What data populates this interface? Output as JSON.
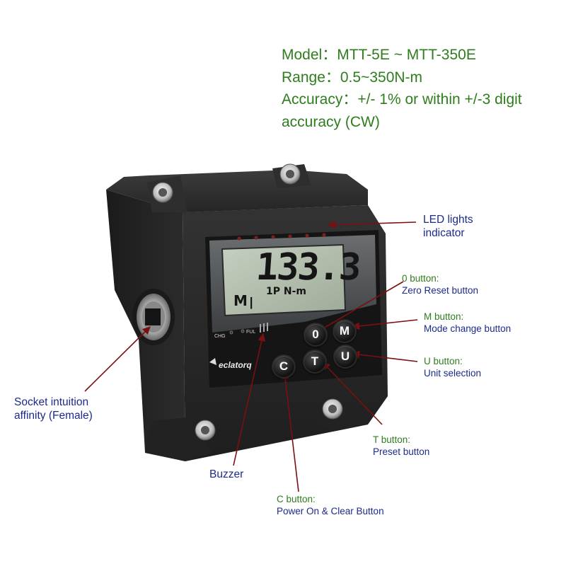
{
  "specs": {
    "model": "Model：MTT-5E ~ MTT-350E",
    "range": "Range：0.5~350N-m",
    "accuracy_line1": "Accuracy：+/- 1% or within +/-3 digit",
    "accuracy_line2": "accuracy (CW)"
  },
  "display": {
    "reading": "133.3",
    "mode": "M",
    "unit": "1P N-m"
  },
  "device": {
    "brand": "eclatorq",
    "chg_label": "CHG",
    "ful_label": "FUL",
    "buttons": {
      "zero": "0",
      "mode": "M",
      "clear": "C",
      "preset": "T",
      "unit": "U"
    }
  },
  "callouts": {
    "led": {
      "line1": "LED lights",
      "line2": "indicator"
    },
    "zero": {
      "title": "0 button:",
      "desc": "Zero Reset button"
    },
    "mode": {
      "title": "M button:",
      "desc": "Mode change button"
    },
    "unit": {
      "title": "U button:",
      "desc": "Unit selection"
    },
    "preset": {
      "title": "T button:",
      "desc": "Preset button"
    },
    "clear": {
      "title": "C button:",
      "desc": "Power On & Clear Button"
    },
    "buzzer": {
      "label": "Buzzer"
    },
    "socket": {
      "line1": "Socket intuition",
      "line2": "affinity (Female)"
    }
  },
  "colors": {
    "spec_text": "#2f7d1c",
    "label_text": "#1c2a8a",
    "arrow": "#7a1010",
    "body": "#262626",
    "lcd": "#b7c2b1"
  }
}
